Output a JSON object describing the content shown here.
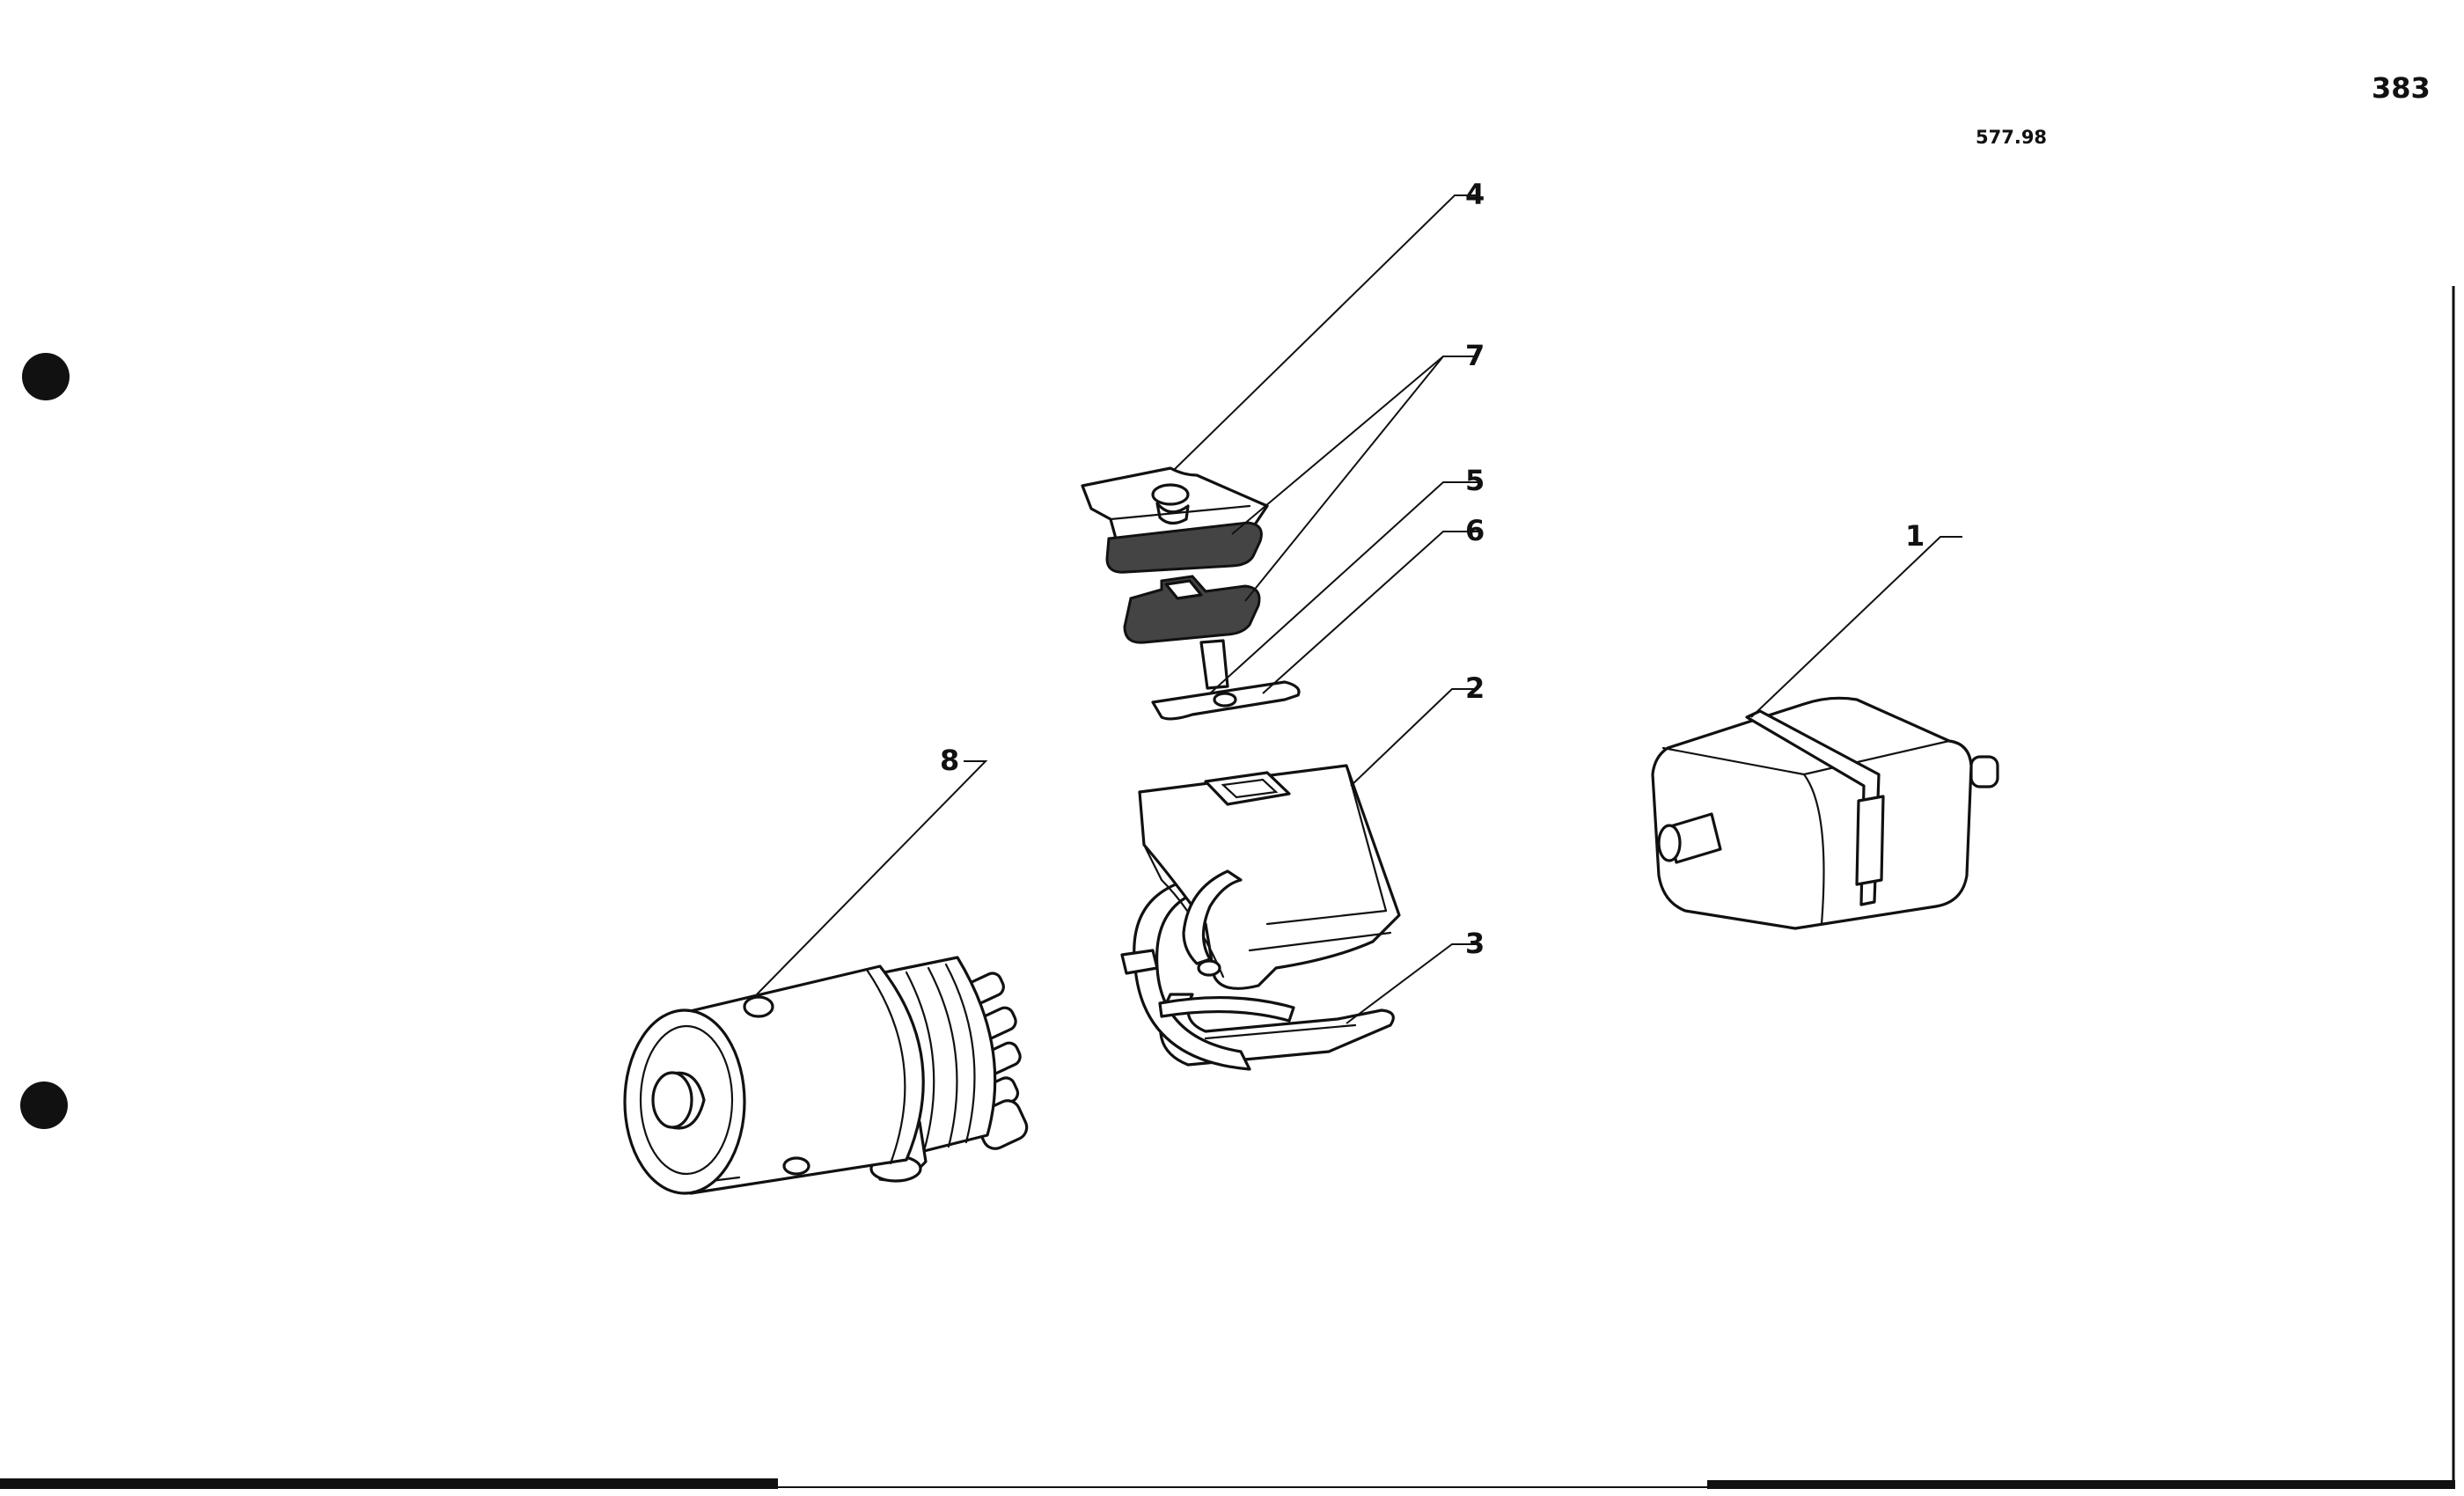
{
  "page_number": "383",
  "reference": "577.98",
  "callouts": {
    "c1": "1",
    "c2": "2",
    "c3": "3",
    "c4": "4",
    "c5": "5",
    "c6": "6",
    "c7": "7",
    "c8": "8"
  },
  "colors": {
    "ink": "#111111",
    "paper": "#ffffff",
    "foam": "#444444"
  }
}
